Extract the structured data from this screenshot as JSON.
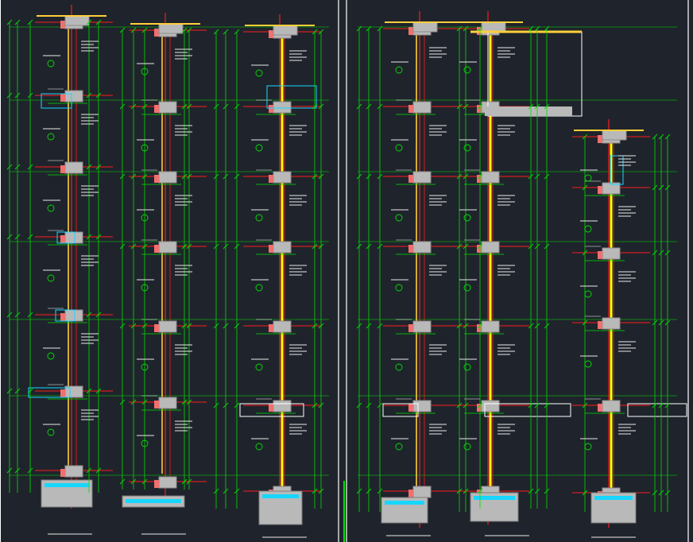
{
  "drawing": {
    "title": "",
    "colors": {
      "background": "#1f242c",
      "dimension": "#00e000",
      "axis": "#ff1a1a",
      "glazing": "#ffff00",
      "concrete": "#b9b9b9",
      "insulation": "#f07070",
      "aluminium": "#17d6ff",
      "border": "#ffffff",
      "annotation": "#e8e8e8"
    },
    "sections": [
      {
        "id": "wall-section-1",
        "caption": ""
      },
      {
        "id": "wall-section-2",
        "caption": ""
      },
      {
        "id": "wall-section-3",
        "caption": ""
      },
      {
        "id": "wall-section-4",
        "caption": ""
      },
      {
        "id": "wall-section-5",
        "caption": ""
      },
      {
        "id": "wall-section-6",
        "caption": ""
      }
    ]
  }
}
